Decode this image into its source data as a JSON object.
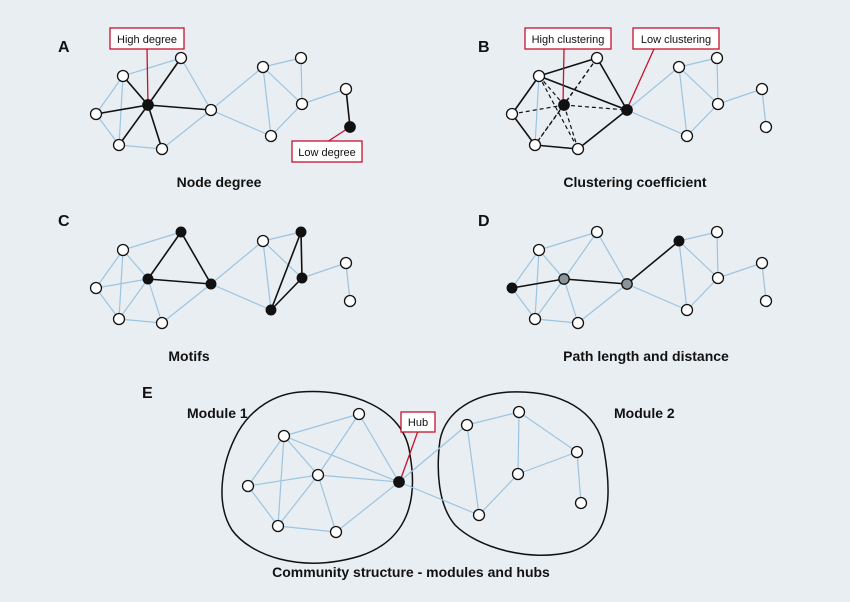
{
  "colors": {
    "background": "#e9eef2",
    "light_edge": "#9cc4e0",
    "dark": "#111111",
    "highlight": "#c8102e",
    "grey_node": "#8a9499",
    "white_node": "#ffffff"
  },
  "panels": {
    "A": {
      "letter": "A",
      "caption": "Node degree",
      "callouts": [
        "High degree",
        "Low degree"
      ]
    },
    "B": {
      "letter": "B",
      "caption": "Clustering coefficient",
      "callouts": [
        "High clustering",
        "Low clustering"
      ]
    },
    "C": {
      "letter": "C",
      "caption": "Motifs"
    },
    "D": {
      "letter": "D",
      "caption": "Path length and distance"
    },
    "E": {
      "letter": "E",
      "caption": "Community structure - modules and hubs",
      "callouts": [
        "Hub"
      ],
      "modules": [
        "Module 1",
        "Module 2"
      ]
    }
  }
}
